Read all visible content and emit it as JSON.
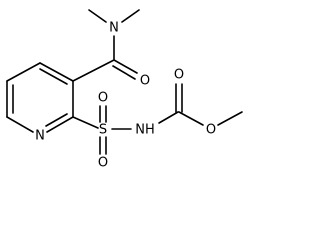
{
  "molecule": {
    "atoms": {
      "amide_n": "N",
      "amide_o": "O",
      "ring_n": "N",
      "sulfur": "S",
      "sulfonyl_o_top": "O",
      "sulfonyl_o_bottom": "O",
      "nh": "NH",
      "carbonyl_o": "O",
      "ester_o": "O"
    }
  },
  "colors": {
    "bond": "#000000",
    "label": "#000000",
    "background": "#ffffff"
  }
}
